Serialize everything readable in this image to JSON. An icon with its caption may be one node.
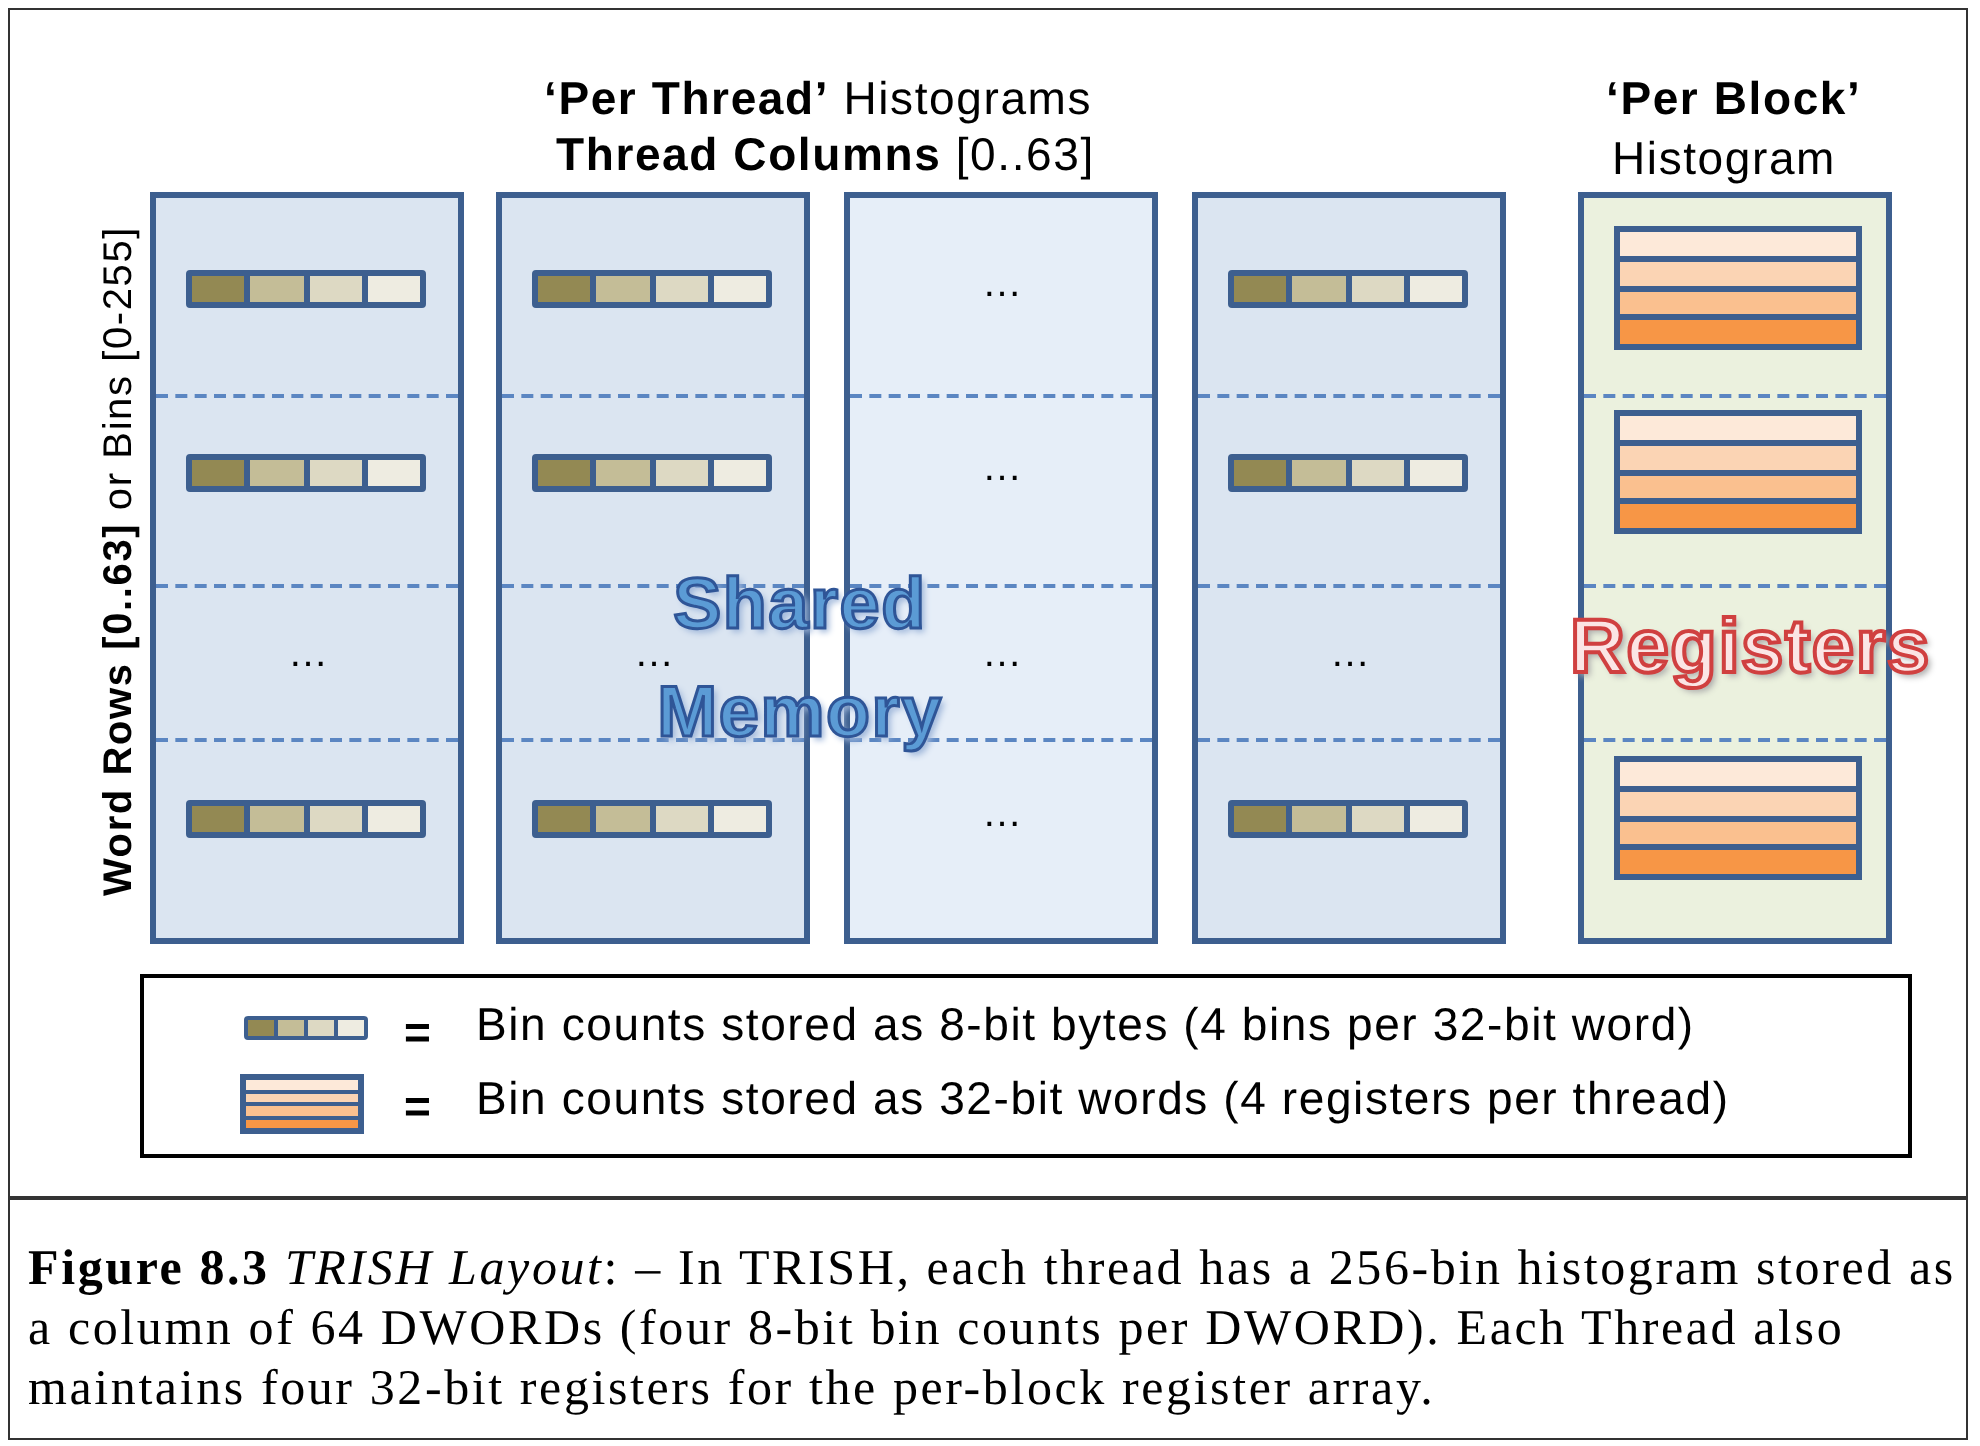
{
  "diagram": {
    "nodes": [
      {
        "text": [
          "…"
        ]
      },
      {
        "text": [
          "…"
        ]
      },
      {
        "text": [
          "…",
          "…",
          "…",
          "…"
        ]
      },
      {
        "text": [
          "…"
        ]
      },
      {
        "text": [],
        "shape": "box"
      }
    ],
    "labels": [
      "‘Per Thread’ Histograms",
      "**Thread Columns** [0..63]",
      "‘Per Block’",
      "Histogram",
      "**Word Rows [0..63]** or Bins [0-255]",
      "Shared Memory",
      "Registers",
      "=",
      "="
    ],
    "legend": [
      {
        "text": "Bin counts stored as 8-bit bytes (4 bins per 32-bit word)"
      },
      {
        "text": "Bin counts stored as 32-bit words (4 registers per thread)"
      }
    ],
    "caption": "**Figure 8.3** *TRISH Layout*: – In TRISH, each thread has a 256-bin histogram stored as a column of 64 DWORDs (four 8-bit bin counts per DWORD).  Each Thread also maintains four 32-bit registers for the per-block register array."
  }
}
